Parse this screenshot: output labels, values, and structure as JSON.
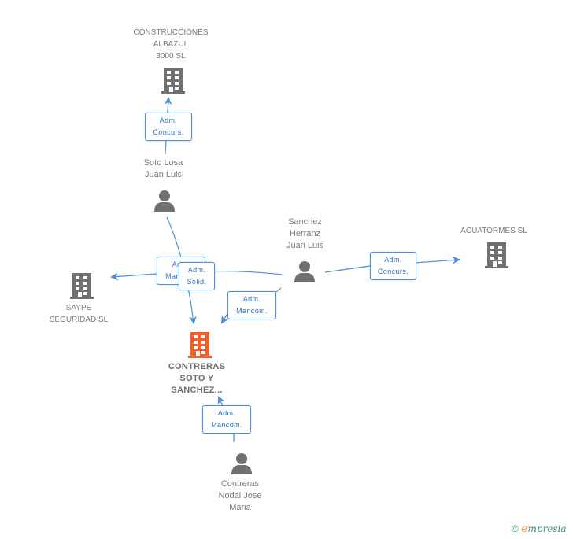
{
  "colors": {
    "edge": "#4a90d9",
    "node_icon": "#707070",
    "focus_icon": "#f2602c",
    "label": "#7a7a7a"
  },
  "nodes": {
    "construcciones": {
      "type": "company",
      "label": "CONSTRUCCIONES\nALBAZUL\n3000 SL",
      "icon": "building-icon"
    },
    "soto_losa": {
      "type": "person",
      "label": "Soto Losa\nJuan Luis",
      "icon": "person-icon"
    },
    "saype": {
      "type": "company",
      "label": "SAYPE\nSEGURIDAD SL",
      "icon": "building-icon"
    },
    "sanchez_herranz": {
      "type": "person",
      "label": "Sanchez\nHerranz\nJuan Luis",
      "icon": "person-icon"
    },
    "acuatormes": {
      "type": "company",
      "label": "ACUATORMES SL",
      "icon": "building-icon"
    },
    "contreras_soto": {
      "type": "company",
      "focus": true,
      "label": "CONTRERAS\nSOTO Y\nSANCHEZ...",
      "icon": "building-icon"
    },
    "contreras_nodal": {
      "type": "person",
      "label": "Contreras\nNodal Jose\nMaria",
      "icon": "person-icon"
    }
  },
  "edges": [
    {
      "from": "soto_losa",
      "to": "construcciones",
      "role": "Adm.\nConcurs."
    },
    {
      "from": "soto_losa",
      "to": "contreras_soto",
      "role": "Adm.\nSolid."
    },
    {
      "from": "sanchez_herranz",
      "to": "saype",
      "role": "Adm.\nMancom."
    },
    {
      "from": "sanchez_herranz",
      "to": "contreras_soto",
      "role": "Adm.\nMancom."
    },
    {
      "from": "sanchez_herranz",
      "to": "acuatormes",
      "role": "Adm.\nConcurs."
    },
    {
      "from": "contreras_nodal",
      "to": "contreras_soto",
      "role": "Adm.\nMancom."
    }
  ],
  "footer": {
    "copyright": "©",
    "brand_initial": "e",
    "brand_rest": "mpresia"
  }
}
